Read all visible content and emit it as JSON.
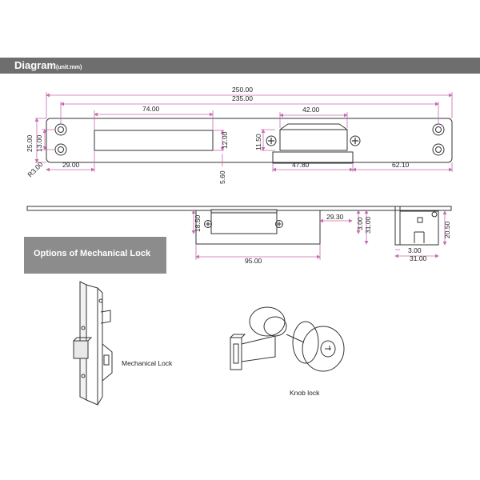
{
  "header": {
    "title": "Diagram",
    "unit": "(unit:mm)"
  },
  "options": {
    "title": "Options of Mechanical Lock"
  },
  "dimensions": {
    "overall_length": "250.00",
    "hole_span": "235.00",
    "slot_length": "74.00",
    "opening_width": "42.00",
    "height_outer": "25.00",
    "height_inner": "13.00",
    "corner_radius": "R3.00",
    "left_offset": "29.00",
    "slot_height": "12.00",
    "slot_gap": "5.60",
    "opening_height": "11.50",
    "body_width": "47.80",
    "right_offset": "62.10",
    "body_height": "18.50",
    "side_offset": "29.30",
    "thickness": "3.00",
    "side_depth": "31.00",
    "body_length": "95.00",
    "end_height": "20.50",
    "end_thickness": "3.00",
    "end_depth": "31.00"
  },
  "captions": {
    "mechanical_lock": "Mechanical Lock",
    "knob_lock": "Knob lock"
  },
  "colors": {
    "header_bg": "#6e6e6e",
    "options_bg": "#8c8c8c",
    "dimension_line": "#c76bb3",
    "line": "#333333"
  }
}
